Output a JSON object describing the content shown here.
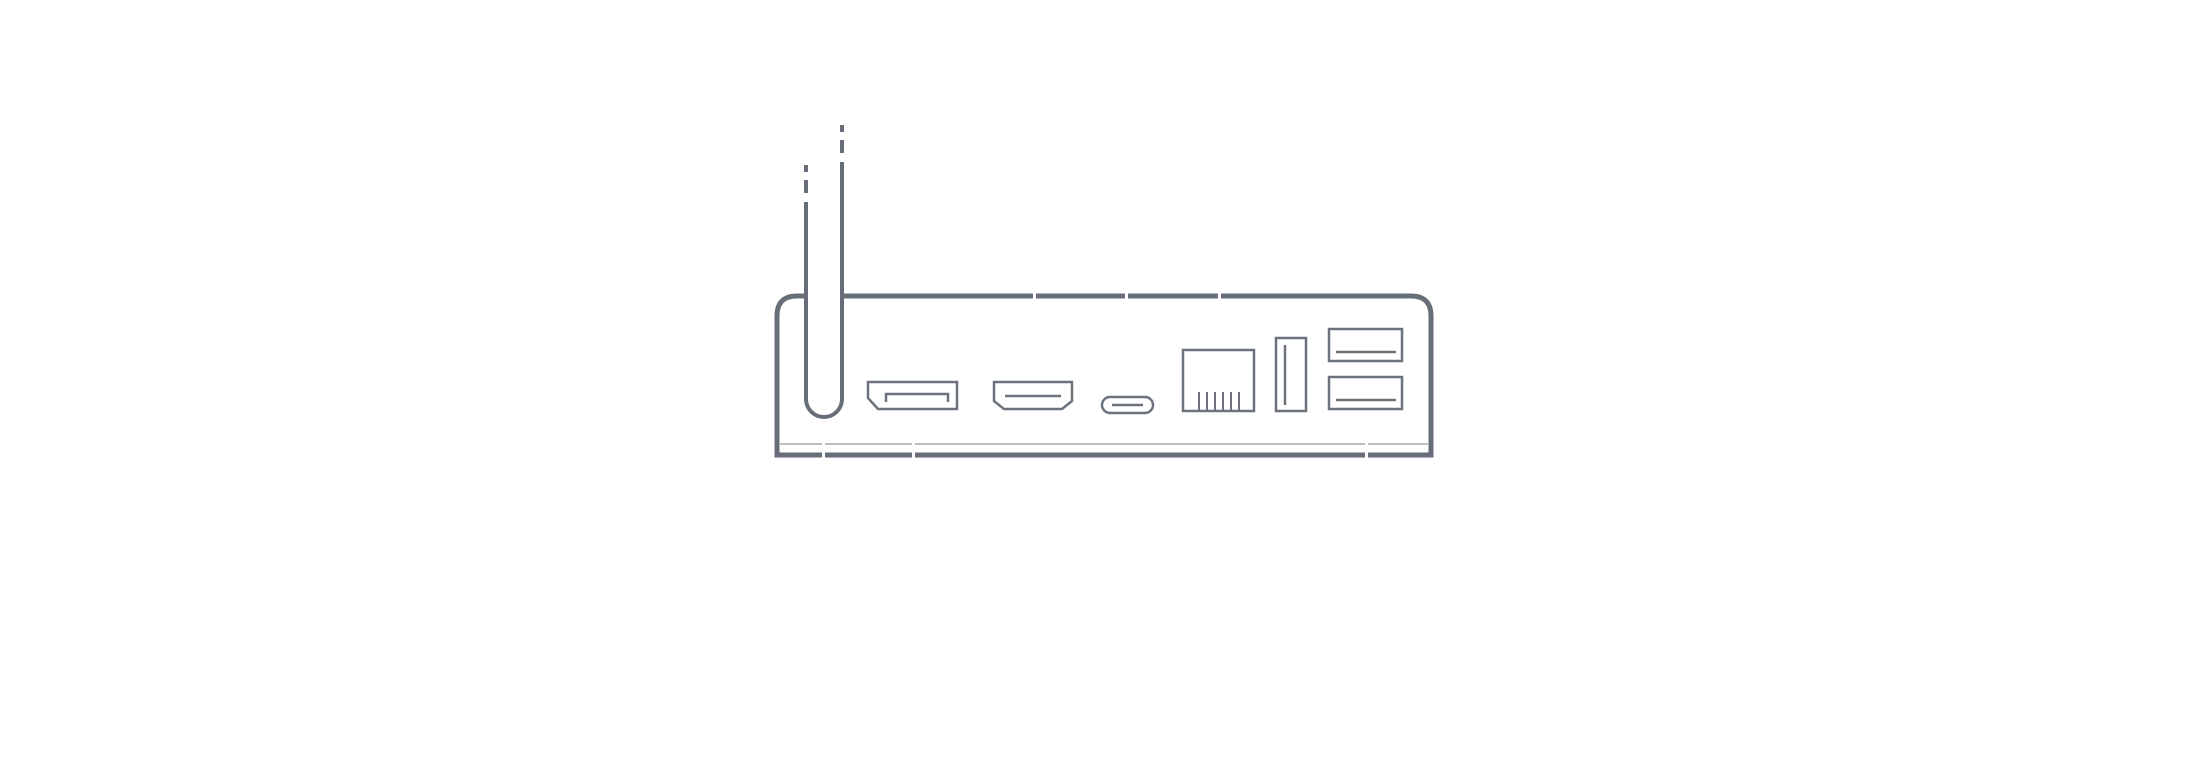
{
  "illustration": {
    "subject": "device-back-panel",
    "colors": {
      "outline": "#676e78",
      "port_outline": "#6c737d",
      "base_line": "#bdbdbd",
      "background": "#ffffff"
    },
    "antennas": [
      {
        "name": "antenna-left"
      },
      {
        "name": "antenna-right"
      }
    ],
    "ports": [
      {
        "type": "displayport"
      },
      {
        "type": "hdmi"
      },
      {
        "type": "usb-c"
      },
      {
        "type": "ethernet",
        "pins": 6
      },
      {
        "type": "usb-a-vertical"
      },
      {
        "type": "usb-a"
      },
      {
        "type": "usb-a"
      }
    ]
  }
}
